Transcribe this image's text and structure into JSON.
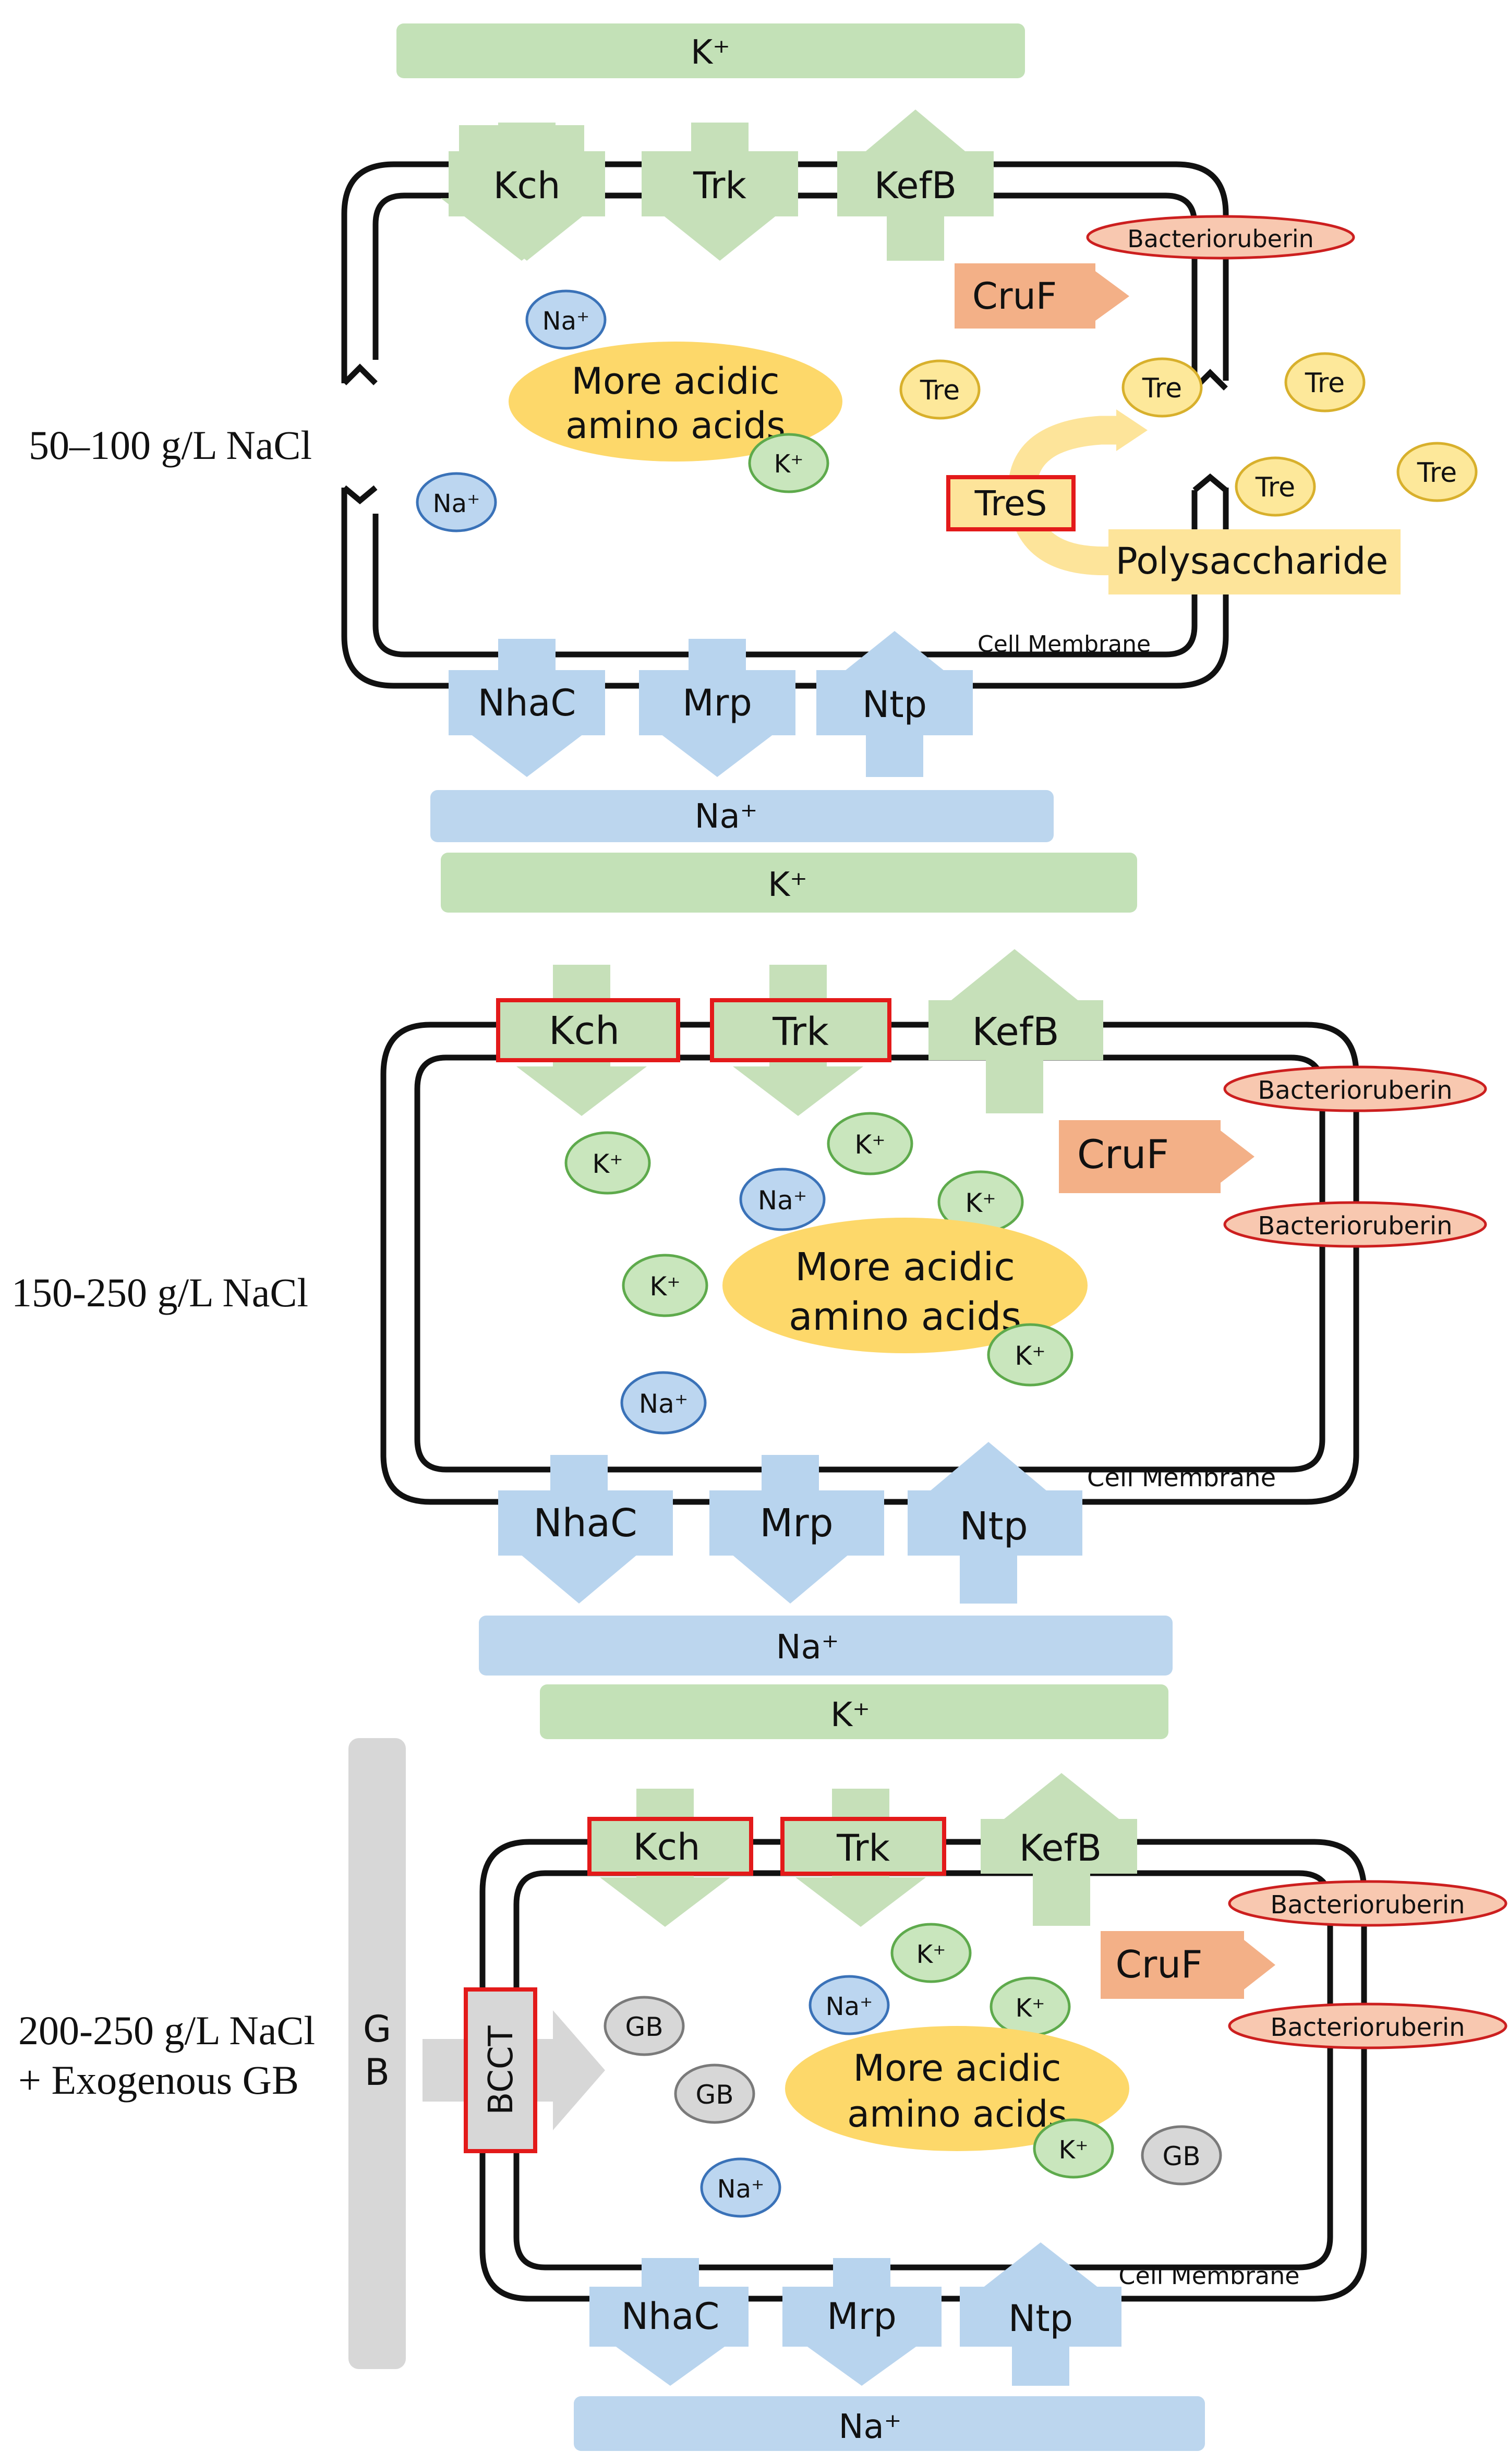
{
  "colors": {
    "k_band": "#c3e1b7",
    "k_protein": "#c6e0b9",
    "na_band": "#bcd6ee",
    "na_protein": "#b8d4ee",
    "k_ion_fill": "#c9e6bd",
    "k_ion_stroke": "#5eaa4c",
    "na_ion_fill": "#bcd6f0",
    "na_ion_stroke": "#3a72b8",
    "acid_blob": "#fdd86a",
    "tre_fill": "#fde89a",
    "tre_stroke": "#d8b02c",
    "gb_fill": "#d7d7d7",
    "gb_stroke": "#7a7a7a",
    "bacterio_fill": "#f8c8b0",
    "bacterio_stroke": "#cc1f1f",
    "cruf_arrow": "#f3b087",
    "highlight_border": "#e31a1a",
    "membrane": "#111111",
    "polysaccharide": "#fde49a"
  },
  "ions": {
    "k": "K⁺",
    "na": "Na⁺"
  },
  "proteins": {
    "kch": "Kch",
    "trk": "Trk",
    "kefb": "KefB",
    "nhac": "NhaC",
    "mrp": "Mrp",
    "ntp": "Ntp",
    "cruf": "CruF",
    "tres": "TreS",
    "bcct": "BCCT"
  },
  "labels": {
    "bacterioruberin": "Bacterioruberin",
    "acidic_line1": "More acidic",
    "acidic_line2": "amino acids",
    "cell_membrane": "Cell Membrane",
    "tre": "Tre",
    "polysaccharide": "Polysaccharide",
    "gb": "GB",
    "gb_pillar_1": "G",
    "gb_pillar_2": "B"
  },
  "conditions": {
    "c1": "50–100 g/L NaCl",
    "c2": "150-250 g/L NaCl",
    "c3_line1": "200-250 g/L NaCl",
    "c3_line2": "+ Exogenous GB"
  }
}
